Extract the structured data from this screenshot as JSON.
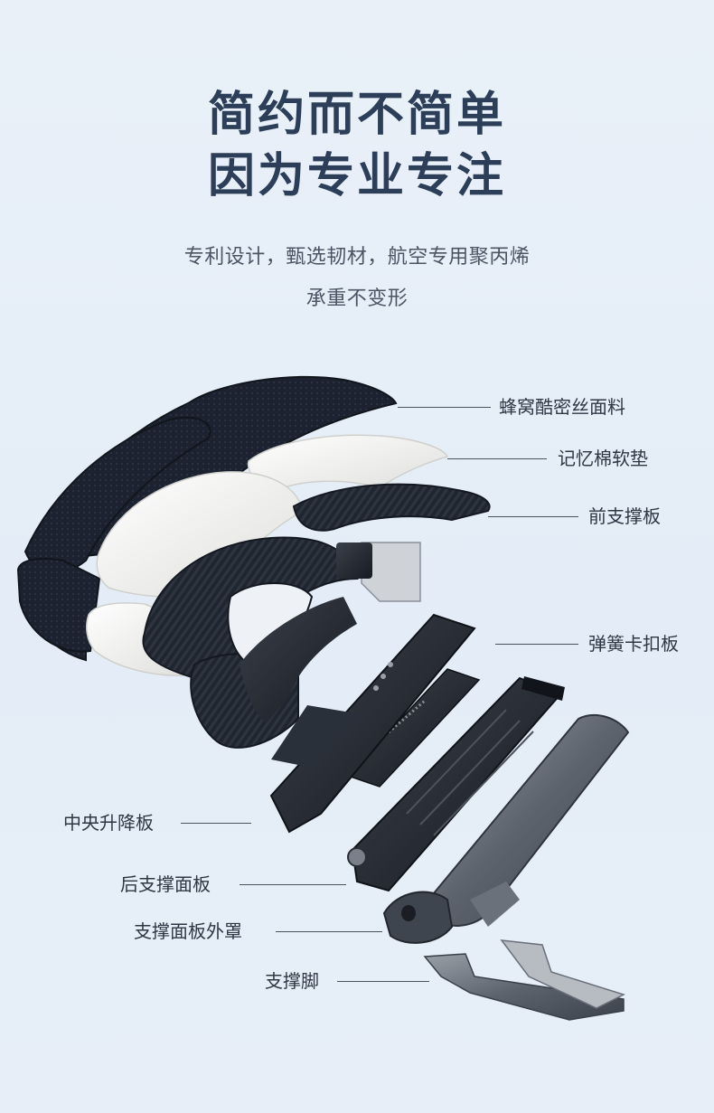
{
  "headline": {
    "line1": "简约而不简单",
    "line2": "因为专业专注"
  },
  "subtitle": {
    "line1": "专利设计，甄选韧材，航空专用聚丙烯",
    "line2": "承重不变形"
  },
  "labels": {
    "honeycomb_fabric": "蜂窝酷密丝面料",
    "memory_foam": "记忆棉软垫",
    "front_support": "前支撑板",
    "spring_clip": "弹簧卡扣板",
    "central_lift": "中央升降板",
    "rear_support": "后支撑面板",
    "support_cover": "支撑面板外罩",
    "support_foot": "支撑脚"
  },
  "colors": {
    "headline": "#2c3e58",
    "mesh_dark": "#1c2230",
    "foam_white": "#f3f3f1",
    "metal_gray": "#5d636d",
    "background": "#e6eef7"
  }
}
